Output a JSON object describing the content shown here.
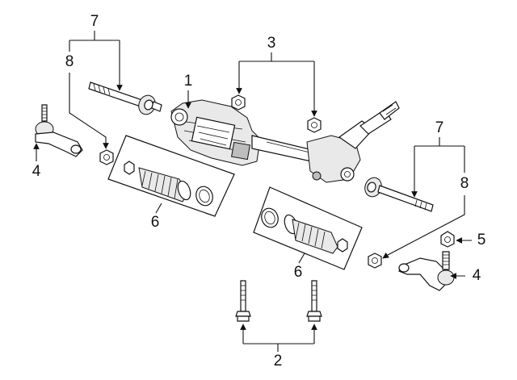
{
  "callouts": [
    {
      "id": "1",
      "text": "1"
    },
    {
      "id": "2",
      "text": "2"
    },
    {
      "id": "3",
      "text": "3"
    },
    {
      "id": "4a",
      "text": "4"
    },
    {
      "id": "4b",
      "text": "4"
    },
    {
      "id": "5",
      "text": "5"
    },
    {
      "id": "6a",
      "text": "6"
    },
    {
      "id": "6b",
      "text": "6"
    },
    {
      "id": "7a",
      "text": "7"
    },
    {
      "id": "7b",
      "text": "7"
    },
    {
      "id": "8a",
      "text": "8"
    },
    {
      "id": "8b",
      "text": "8"
    }
  ],
  "colors": {
    "line": "#111111",
    "background": "#ffffff",
    "shade": "#e9e9e9"
  }
}
